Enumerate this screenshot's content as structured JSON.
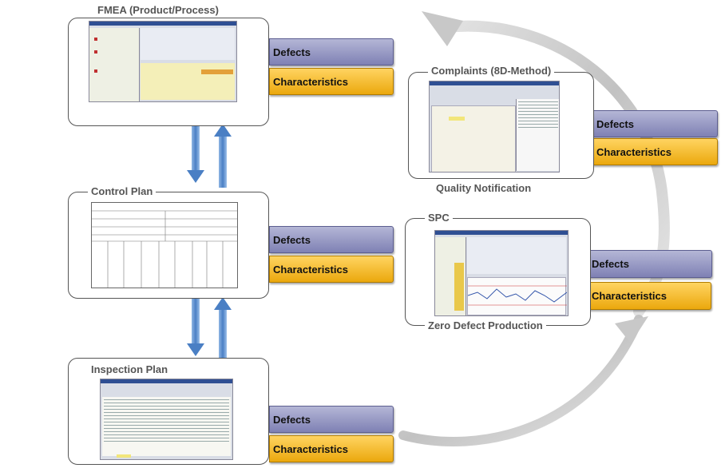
{
  "colors": {
    "defects_fill": "#9294c4",
    "characteristics_fill": "#f2b824",
    "frame_border": "#555555",
    "arrow_blue": "#5b8fcf",
    "arc_gray": "#cfcfcf"
  },
  "boxes": {
    "fmea": {
      "title": "FMEA (Product/Process)",
      "defects": "Defects",
      "characteristics": "Characteristics"
    },
    "control_plan": {
      "title": "Control Plan",
      "defects": "Defects",
      "characteristics": "Characteristics"
    },
    "inspection_plan": {
      "title": "Inspection Plan",
      "defects": "Defects",
      "characteristics": "Characteristics"
    },
    "complaints": {
      "title": "Complaints (8D-Method)",
      "caption": "Quality Notification",
      "defects": "Defects",
      "characteristics": "Characteristics"
    },
    "spc": {
      "title": "SPC",
      "caption": "Zero Defect Production",
      "defects": "Defects",
      "characteristics": "Characteristics"
    }
  },
  "icons": {
    "down_arrow": "arrow-down-icon",
    "up_arrow": "arrow-up-icon",
    "cycle_arrow": "cycle-arrow-icon"
  }
}
